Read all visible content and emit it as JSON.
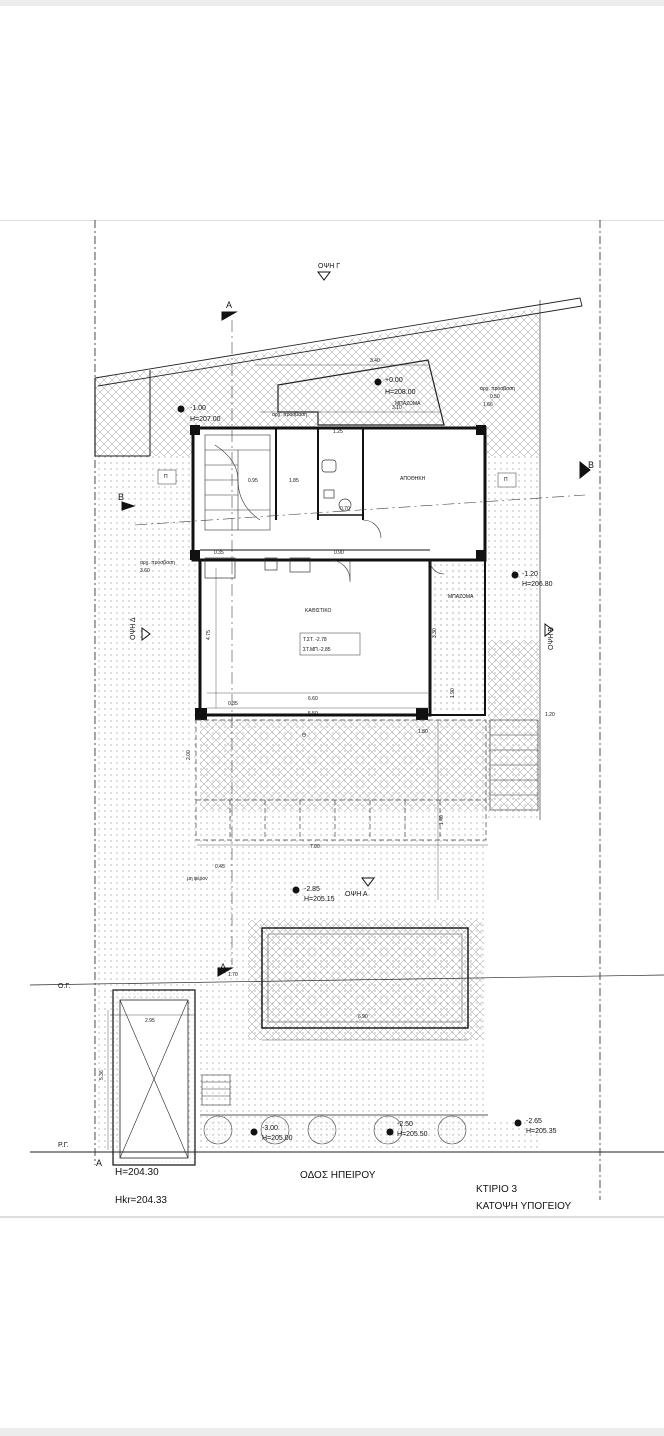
{
  "view_labels": {
    "top": "ΟΨΗ Γ",
    "left": "ΟΨΗ Δ",
    "right": "ΟΨΗ Β",
    "bottom": "ΟΨΗ Α"
  },
  "section_labels": {
    "a": "A",
    "b": "B"
  },
  "rooms": {
    "storage": "ΑΠΟΘΗΚΗ",
    "living": "ΚΑΘΙΣΤΙΚΟ",
    "balcony_top": "ΜΠΑΖΩΜΑ",
    "balcony_right": "ΜΠΑΖΩΜΑ"
  },
  "levels": {
    "upper_right": {
      "level": "+0.00",
      "height": "H=208.00"
    },
    "upper_left": {
      "level": "-1.00",
      "height": "H=207.00"
    },
    "right": {
      "level": "-1.20",
      "height": "H=206.80"
    },
    "pool": {
      "level": "-2.85",
      "height": "H=205.15"
    },
    "bottom_left": {
      "level": "-3.00",
      "height": "H=205.00"
    },
    "bottom_mid": {
      "level": "-2.50",
      "height": "H=205.50"
    },
    "bottom_right": {
      "level": "-2.65",
      "height": "H=205.35"
    }
  },
  "living_info": {
    "ts": "Τ.ΣΤ.   -2.78",
    "stmp": "ΣΤ.ΜΠ.-2.85"
  },
  "boundary_labels": {
    "og": "Ο.Γ.",
    "rg": "Ρ.Γ."
  },
  "dimensions": [
    "3.40",
    "3.10",
    "1.25",
    "1.85",
    "0.95",
    "0.70",
    "0.90",
    "0.35",
    "3.60",
    "4.75",
    "6.60",
    "5.50",
    "0.35",
    "1.80",
    "1.20",
    "7.00",
    "6.90",
    "5.36",
    "2.95",
    "1.70",
    "1.40",
    "2.00",
    "0.45",
    "3.30",
    "1.90",
    "0.50",
    "1.66"
  ],
  "notes": {
    "access_1": "αρχ. πρόσβαση",
    "access_2": "αρχ. πρόσβαση",
    "access_3": "αρχ. πρόσβαση",
    "slab": "μη φέρον",
    "p_left": "Π",
    "p_right": "Π",
    "theta": "Θ"
  },
  "street": "ΟΔΟΣ ΗΠΕΙΡΟΥ",
  "heights_bottom": {
    "h": "H=204.30",
    "hkr": "Hkr=204.33"
  },
  "title": {
    "building": "ΚΤΙΡΙΟ 3",
    "plan": "ΚΑΤΟΨΗ ΥΠΟΓΕΙΟΥ"
  }
}
